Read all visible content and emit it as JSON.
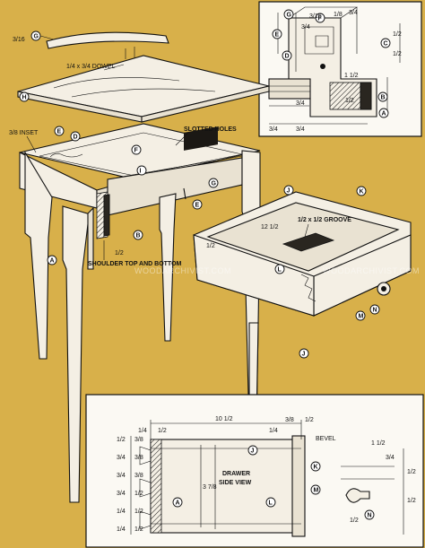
{
  "parts": [
    "A",
    "B",
    "C",
    "D",
    "E",
    "F",
    "G",
    "H",
    "I",
    "J",
    "K",
    "L",
    "M",
    "N"
  ],
  "callouts": {
    "dowel": "1/4 x 3/4 DOWEL",
    "inset": "3/8 INSET",
    "slotted_holes": "SLOTTED HOLES",
    "shoulder": "SHOULDER TOP AND BOTTOM",
    "groove": "1/2 x 1/2 GROOVE",
    "drawer_width": "12 1/2",
    "drawer_side_half": "1/2",
    "g_thickness": "3/16",
    "shoulder_dim": "1/2"
  },
  "detail": {
    "dims": [
      "3/4",
      "3/16",
      "1/8",
      "3/4",
      "1/2",
      "1/2",
      "1 1/2",
      "3/4",
      "3/4",
      "3/4",
      "1/2"
    ]
  },
  "side_view": {
    "title_line1": "DRAWER",
    "title_line2": "SIDE VIEW",
    "overall_length": "10 1/2",
    "height": "3 7/8",
    "bevel_label": "BEVEL",
    "top_dims": [
      "1/4",
      "1/2",
      "1/4",
      "3/8",
      "1/2"
    ],
    "left_dims": [
      "1/2",
      "3/8",
      "3/4",
      "3/8",
      "3/4",
      "3/8",
      "3/4",
      "1/2",
      "1/4",
      "1/2",
      "1/4",
      "1/2"
    ],
    "right_dims": [
      "1 1/2",
      "3/4",
      "1/2",
      "1/2",
      "1/2"
    ],
    "parts": [
      "A",
      "J",
      "K",
      "L",
      "M",
      "N"
    ]
  },
  "watermark": "WOODARCHIVIST.COM"
}
